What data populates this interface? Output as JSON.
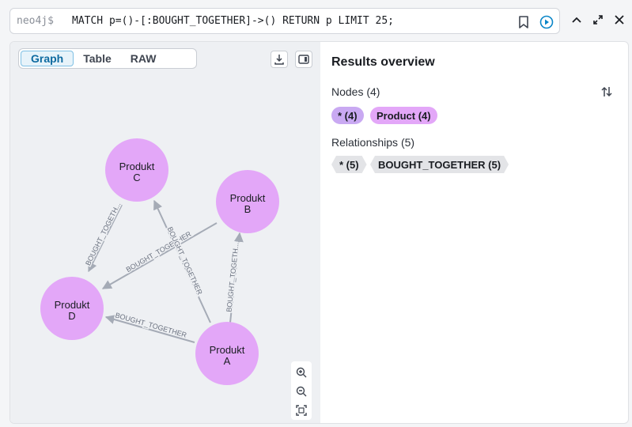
{
  "editor": {
    "prompt": "neo4j$",
    "query": "MATCH p=()-[:BOUGHT_TOGETHER]->() RETURN p LIMIT 25;"
  },
  "view_tabs": [
    {
      "label": "Graph",
      "active": true
    },
    {
      "label": "Table",
      "active": false
    },
    {
      "label": "RAW",
      "active": false
    }
  ],
  "graph": {
    "node_color": "#e3a7f8",
    "edge_color": "#a5abb6",
    "nodes": [
      {
        "id": "c",
        "label": "Produkt",
        "sub": "C"
      },
      {
        "id": "b",
        "label": "Produkt",
        "sub": "B"
      },
      {
        "id": "d",
        "label": "Produkt",
        "sub": "D"
      },
      {
        "id": "a",
        "label": "Produkt",
        "sub": "A"
      }
    ],
    "edges": [
      {
        "from": "c",
        "to": "d",
        "label": "BOUGHT_TOGETH..."
      },
      {
        "from": "b",
        "to": "d",
        "label": "BOUGHT_TOGETHER"
      },
      {
        "from": "a",
        "to": "c",
        "label": "BOUGHT_TOGETHER"
      },
      {
        "from": "a",
        "to": "b",
        "label": "BOUGHT_TOGETH..."
      },
      {
        "from": "a",
        "to": "d",
        "label": "BOUGHT_TOGETHER"
      }
    ]
  },
  "results": {
    "title": "Results overview",
    "nodes_label": "Nodes (4)",
    "node_pills": [
      {
        "text": "* (4)",
        "color": "#c9a9f2"
      },
      {
        "text": "Product (4)",
        "color": "#e3a7f8"
      }
    ],
    "rels_label": "Relationships (5)",
    "rel_pills": [
      {
        "text": "* (5)"
      },
      {
        "text": "BOUGHT_TOGETHER (5)"
      }
    ]
  },
  "colors": {
    "accent": "#0e6aa0",
    "run": "#0a86c8"
  }
}
